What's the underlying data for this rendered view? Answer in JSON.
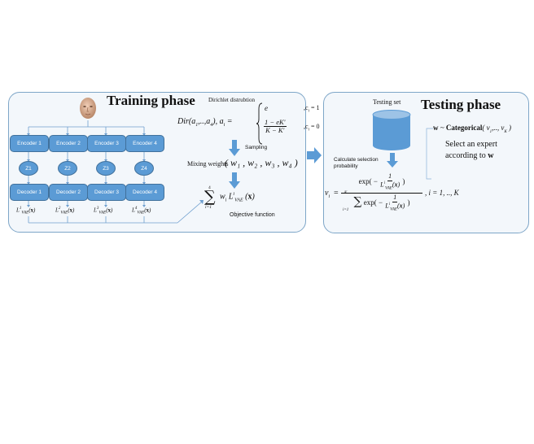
{
  "training": {
    "title": "Training phase",
    "encoders": [
      "Encoder 1",
      "Encoder 2",
      "Encoder 3",
      "Encoder 4"
    ],
    "latents": [
      "Z1",
      "Z2",
      "Z3",
      "Z4"
    ],
    "decoders": [
      "Decoder 1",
      "Decoder 2",
      "Decoder 3",
      "Decoder 4"
    ],
    "losses": [
      "1",
      "2",
      "3",
      "4"
    ],
    "dirichlet_label": "Dirichlet distrubtion",
    "dirichlet_lhs": "Dir(a",
    "dirichlet_case1_value": "e",
    "dirichlet_case1_cond": ",c",
    "dirichlet_case1_eq": "= 1",
    "dirichlet_case2_num": "1 − eK'",
    "dirichlet_case2_den": "K − K'",
    "dirichlet_case2_cond": ",c",
    "dirichlet_case2_eq": "= 0",
    "sampling_label": "Sampling",
    "mixing_label": "Mixing weights",
    "mixing_expr": "( w₁ , w₂ , w₃ , w₄ )",
    "objective_label": "Objective function",
    "sum_upper": "4",
    "sum_lower": "i=1"
  },
  "testing": {
    "title": "Testing phase",
    "testing_set_label": "Testing set",
    "calc_label_line1": "Calculate selection",
    "calc_label_line2": "probability",
    "categorical_label": "Categorical",
    "select_line1": "Select an expert",
    "select_line2": "according to",
    "select_w": "w",
    "prob_tail": ", i = 1, .., K"
  },
  "colors": {
    "box_fill": "#5b9bd5",
    "box_border": "#41719c",
    "panel_border": "#7ea6c8",
    "panel_fill": "#f3f7fb",
    "arrow": "#5b9bd5"
  },
  "icons": [
    "face-icon",
    "database-cylinder-icon",
    "block-arrow-down-icon",
    "block-arrow-right-icon"
  ]
}
